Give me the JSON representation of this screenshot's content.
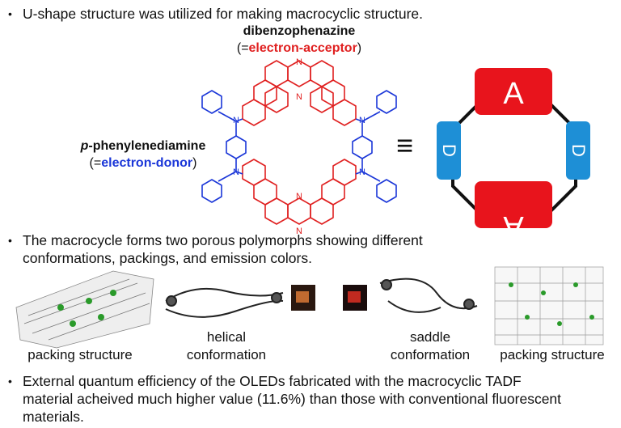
{
  "bullets": [
    "U-shape structure was utilized for making macrocyclic structure.",
    "The macrocycle forms two porous polymorphs showing different conformations, packings, and emission colors.",
    "External quantum efficiency of the OLEDs fabricated with the macrocyclic TADF material acheived much higher value (11.6%) than those with conventional fluorescent materials."
  ],
  "acceptor": {
    "name": "dibenzophenazine",
    "open": "(=",
    "role": "electron-acceptor",
    "close": ")"
  },
  "donor": {
    "prefix": "p",
    "name": "-phenylenediamine",
    "open": "(=",
    "role": "electron-donor",
    "close": ")"
  },
  "atom_label": "N",
  "equivalence_symbol": "≡",
  "schematic": {
    "top": "A",
    "bottom": "A",
    "left": "D",
    "right": "D"
  },
  "captions": {
    "packing_left": "packing structure",
    "helical_line1": "helical",
    "helical_line2": "conformation",
    "saddle_line1": "saddle",
    "saddle_line2": "conformation",
    "packing_right": "packing structure"
  },
  "colors": {
    "acceptor": "#e02020",
    "donor": "#1a36d8",
    "box_red": "#e8141c",
    "box_blue": "#1e8fd6"
  }
}
